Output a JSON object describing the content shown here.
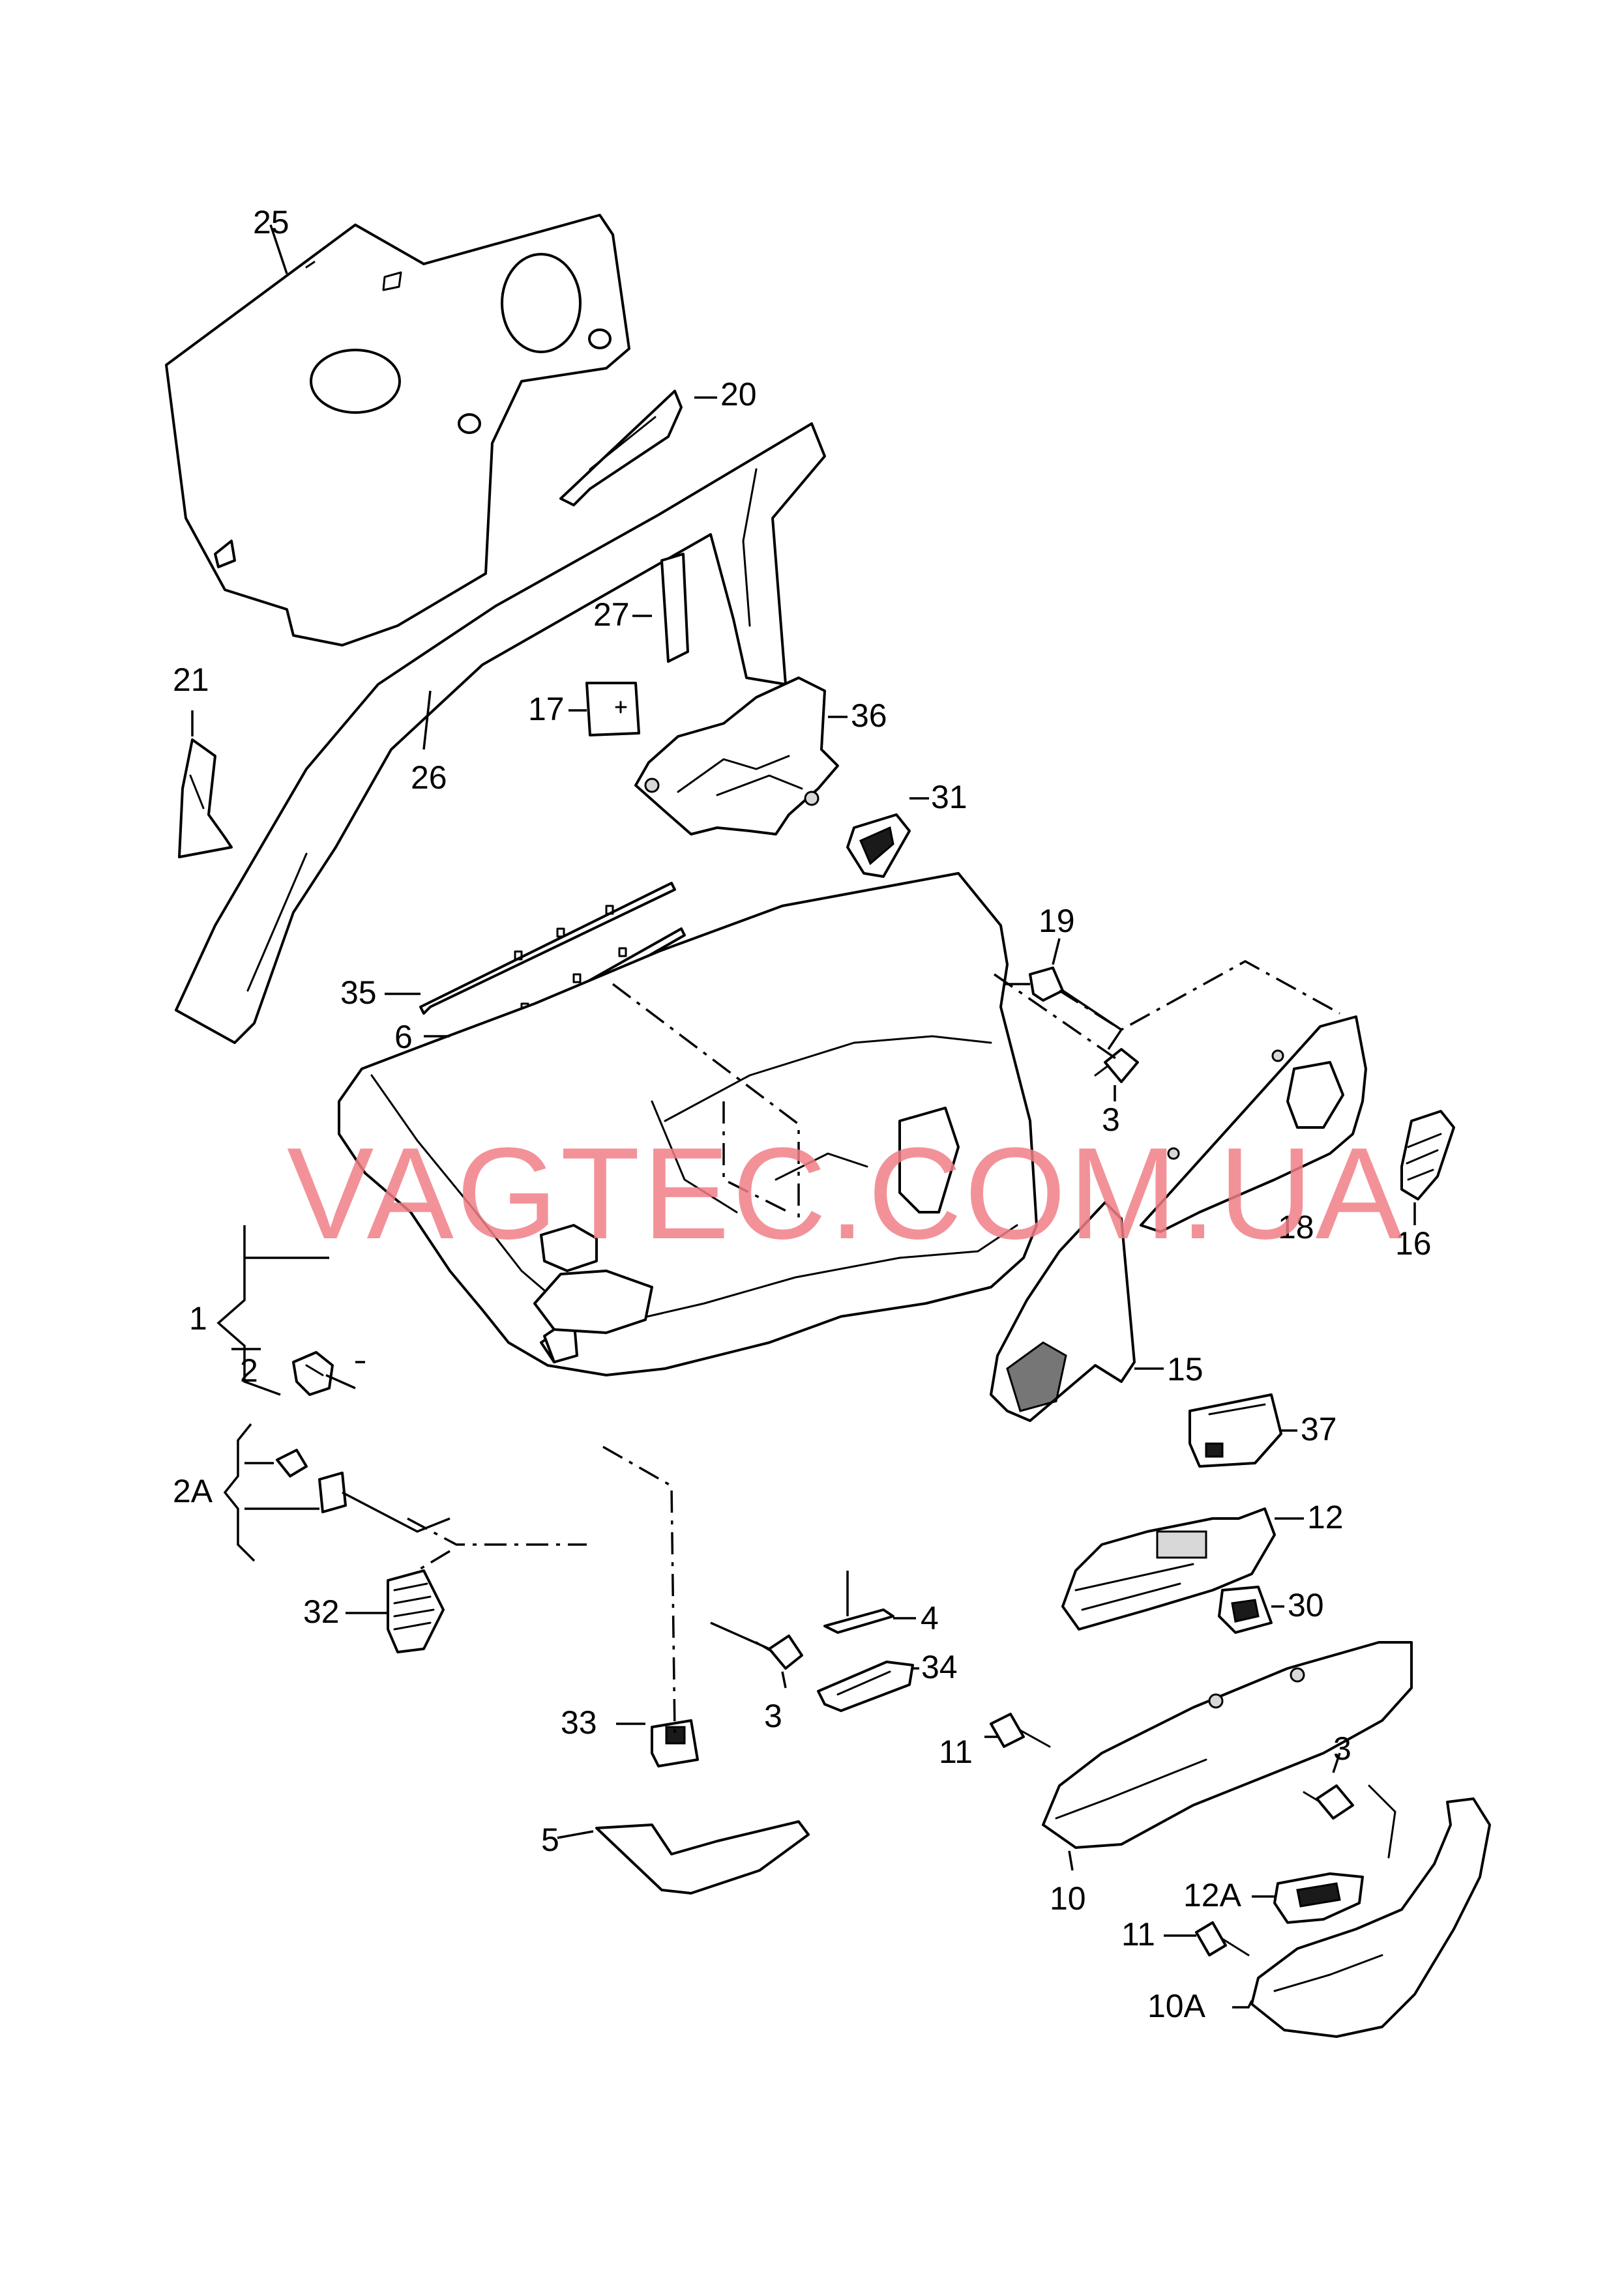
{
  "watermark": "VAGTEC.COM.UA",
  "callouts": {
    "c1": "1",
    "c2": "2",
    "c2a": "2A",
    "c3a": "3",
    "c3b": "3",
    "c3c": "3",
    "c4": "4",
    "c5": "5",
    "c6": "6",
    "c10": "10",
    "c10a": "10A",
    "c11a": "11",
    "c11b": "11",
    "c12": "12",
    "c12a": "12A",
    "c15": "15",
    "c16": "16",
    "c17": "17",
    "c18": "18",
    "c19": "19",
    "c20": "20",
    "c21": "21",
    "c25": "25",
    "c26": "26",
    "c27": "27",
    "c30": "30",
    "c31": "31",
    "c32": "32",
    "c33": "33",
    "c34": "34",
    "c35": "35",
    "c36": "36",
    "c37": "37"
  }
}
